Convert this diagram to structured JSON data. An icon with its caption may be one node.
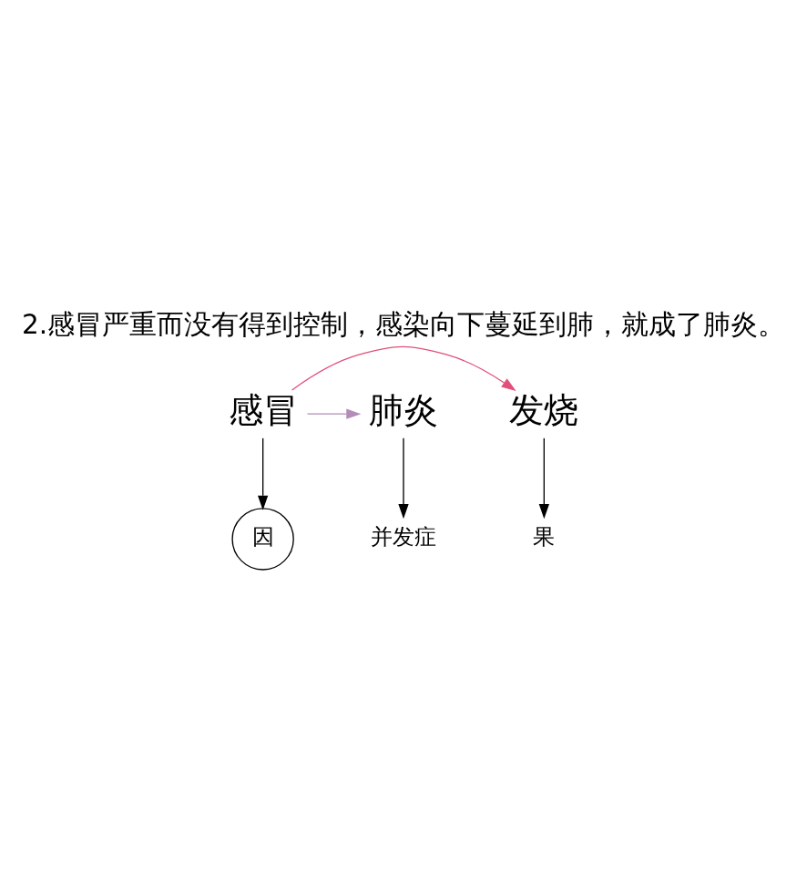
{
  "diagram": {
    "title": "2.感冒严重而没有得到控制，感染向下蔓延到肺，就成了肺炎。",
    "nodes": [
      {
        "text": [
          "感冒"
        ]
      },
      {
        "text": [
          "发烧"
        ]
      },
      {
        "text": [
          "肺炎"
        ]
      },
      {
        "text": [
          "因"
        ]
      },
      {
        "text": [
          "果"
        ]
      },
      {
        "text": [
          "并发症"
        ]
      }
    ],
    "edges": [
      {
        "from": 0,
        "to": 1,
        "arrow": "to",
        "color": "#e0507a"
      },
      {
        "from": 0,
        "to": 2,
        "arrow": "to",
        "color": "#b48cb8"
      },
      {
        "from": 0,
        "to": 3,
        "arrow": "to"
      },
      {
        "from": 1,
        "to": 4,
        "arrow": "to"
      },
      {
        "from": 2,
        "to": 5,
        "arrow": "to"
      }
    ]
  }
}
